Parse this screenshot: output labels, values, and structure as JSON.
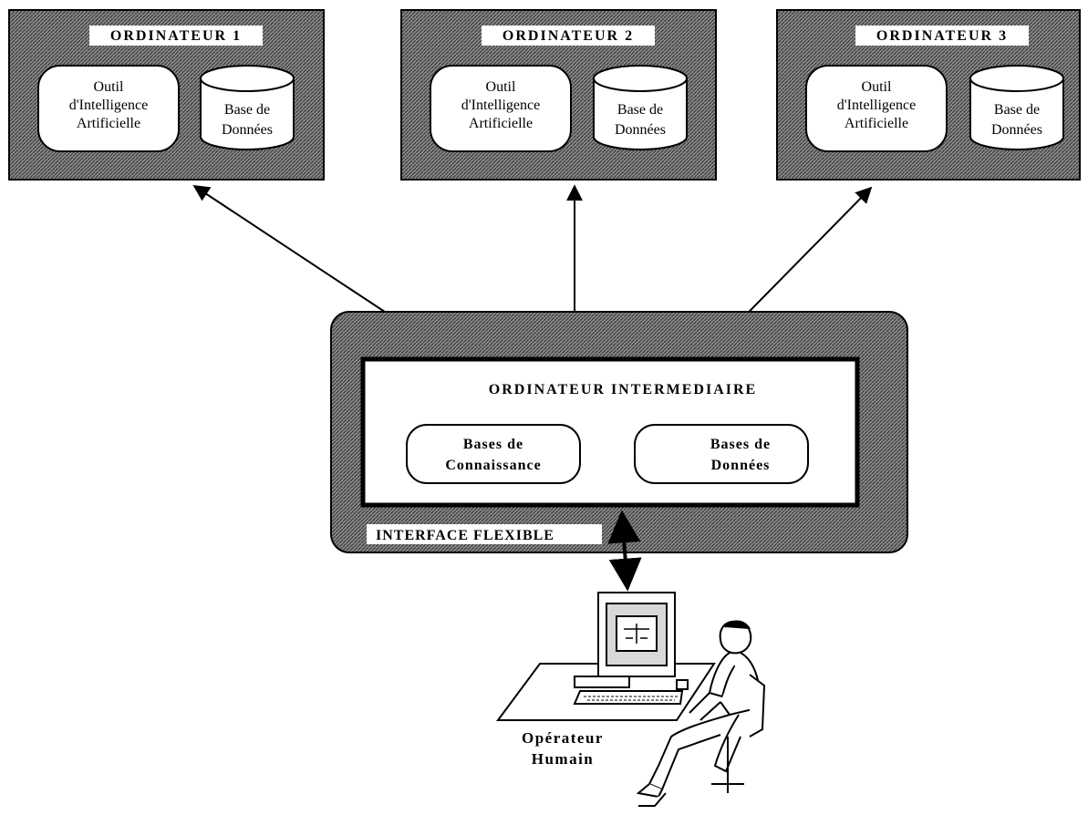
{
  "computers": [
    {
      "title": "ORDINATEUR 1",
      "ai_tool": [
        "Outil",
        "d'Intelligence",
        "Artificielle"
      ],
      "database": [
        "Base de",
        "Données"
      ]
    },
    {
      "title": "ORDINATEUR 2",
      "ai_tool": [
        "Outil",
        "d'Intelligence",
        "Artificielle"
      ],
      "database": [
        "Base de",
        "Données"
      ]
    },
    {
      "title": "ORDINATEUR 3",
      "ai_tool": [
        "Outil",
        "d'Intelligence",
        "Artificielle"
      ],
      "database": [
        "Base de",
        "Données"
      ]
    }
  ],
  "intermediate": {
    "title": "ORDINATEUR INTERMEDIAIRE",
    "knowledge_bases": [
      "Bases de",
      "Connaissance"
    ],
    "databases": [
      "Bases de",
      "Données"
    ]
  },
  "interface_label": "INTERFACE FLEXIBLE",
  "operator": [
    "Opérateur",
    "Humain"
  ],
  "colors": {
    "hatch_dark": "#000000",
    "hatch_light": "#ffffff",
    "stroke": "#000000"
  }
}
